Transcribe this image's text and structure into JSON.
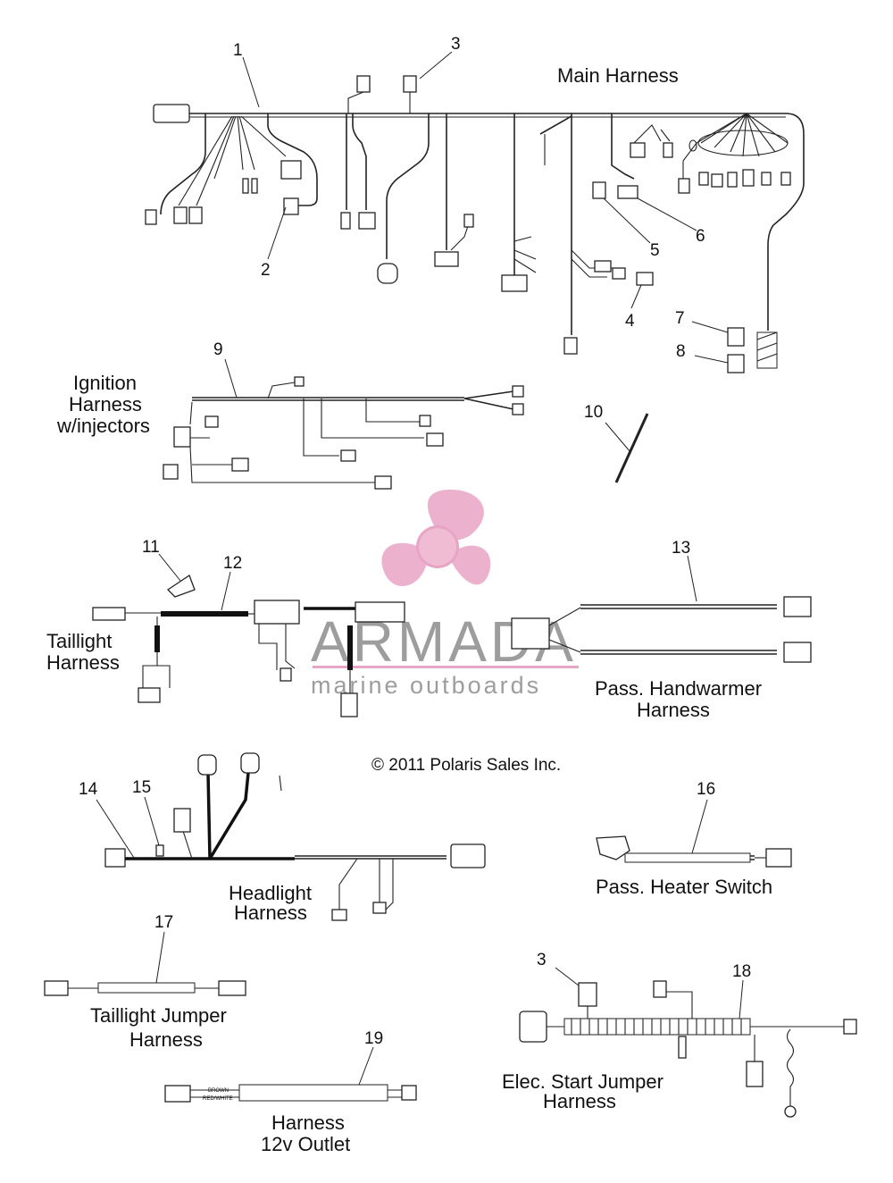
{
  "labels": {
    "main_harness": "Main Harness",
    "ignition_line1": "Ignition",
    "ignition_line2": "Harness",
    "ignition_line3": "w/injectors",
    "taillight_line1": "Taillight",
    "taillight_line2": "Harness",
    "handwarmer_line1": "Pass. Handwarmer",
    "handwarmer_line2": "Harness",
    "copyright": "© 2011 Polaris Sales Inc.",
    "headlight_line1": "Headlight",
    "headlight_line2": "Harness",
    "heater_switch": "Pass. Heater Switch",
    "taillight_jumper_line1": "Taillight Jumper",
    "taillight_jumper_line2": "Harness",
    "elec_start_line1": "Elec. Start Jumper",
    "elec_start_line2": "Harness",
    "outlet_line1": "Harness",
    "outlet_line2": "12v Outlet",
    "wire_brown": "BROWN",
    "wire_red_white": "RED/WHITE"
  },
  "callouts": [
    "1",
    "2",
    "3",
    "4",
    "5",
    "6",
    "7",
    "8",
    "9",
    "10",
    "11",
    "12",
    "13",
    "14",
    "15",
    "16",
    "17",
    "18",
    "19",
    "3"
  ],
  "watermark": {
    "brand": "ARMADA",
    "tagline": "marine outboards",
    "logo_color": "#e7a6c6",
    "text_color": "#8c8c8c"
  }
}
